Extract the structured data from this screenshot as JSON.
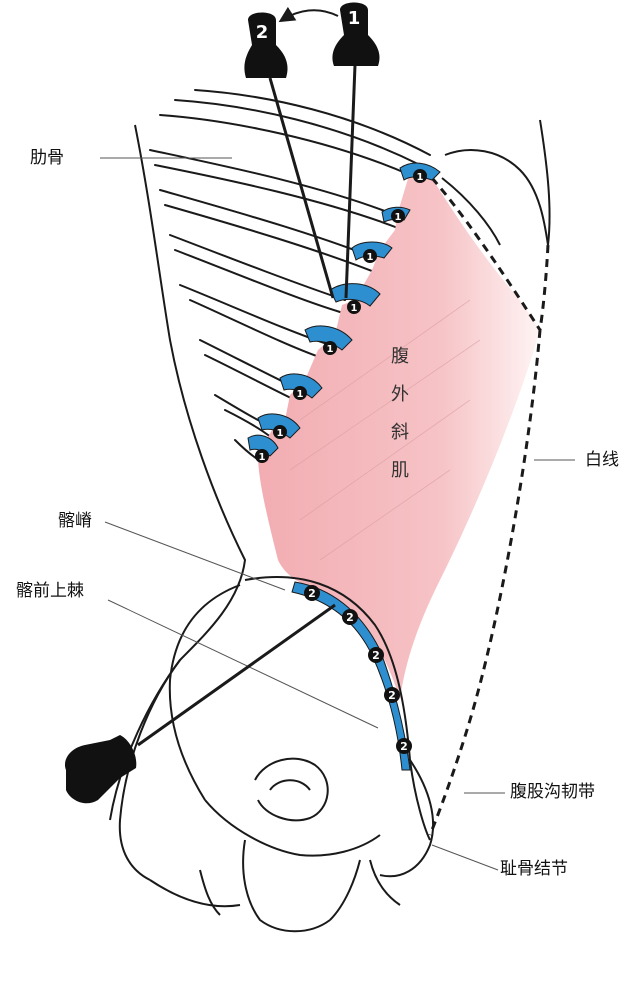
{
  "labels": {
    "ribs": "肋骨",
    "linea_alba": "白线",
    "iliac_crest": "髂嵴",
    "asis": "髂前上棘",
    "inguinal_ligament": "腹股沟韧带",
    "pubic_tubercle": "耻骨结节"
  },
  "muscle_name_chars": [
    "腹",
    "外",
    "斜",
    "肌"
  ],
  "instrument_numbers": {
    "top_left": "2",
    "top_right": "1",
    "lower_left": ""
  },
  "marker_digits": {
    "one": "1",
    "two": "2"
  },
  "colors": {
    "muscle_fill": "#f4b8bb",
    "insertion_blue": "#2d8fd0",
    "line": "#1a1a1a",
    "marker_fill": "#111111",
    "marker_text": "#ffffff",
    "background": "#ffffff"
  },
  "icons": [
    "probe-1-icon",
    "probe-2-icon",
    "probe-lower-icon",
    "curved-arrow-icon"
  ]
}
